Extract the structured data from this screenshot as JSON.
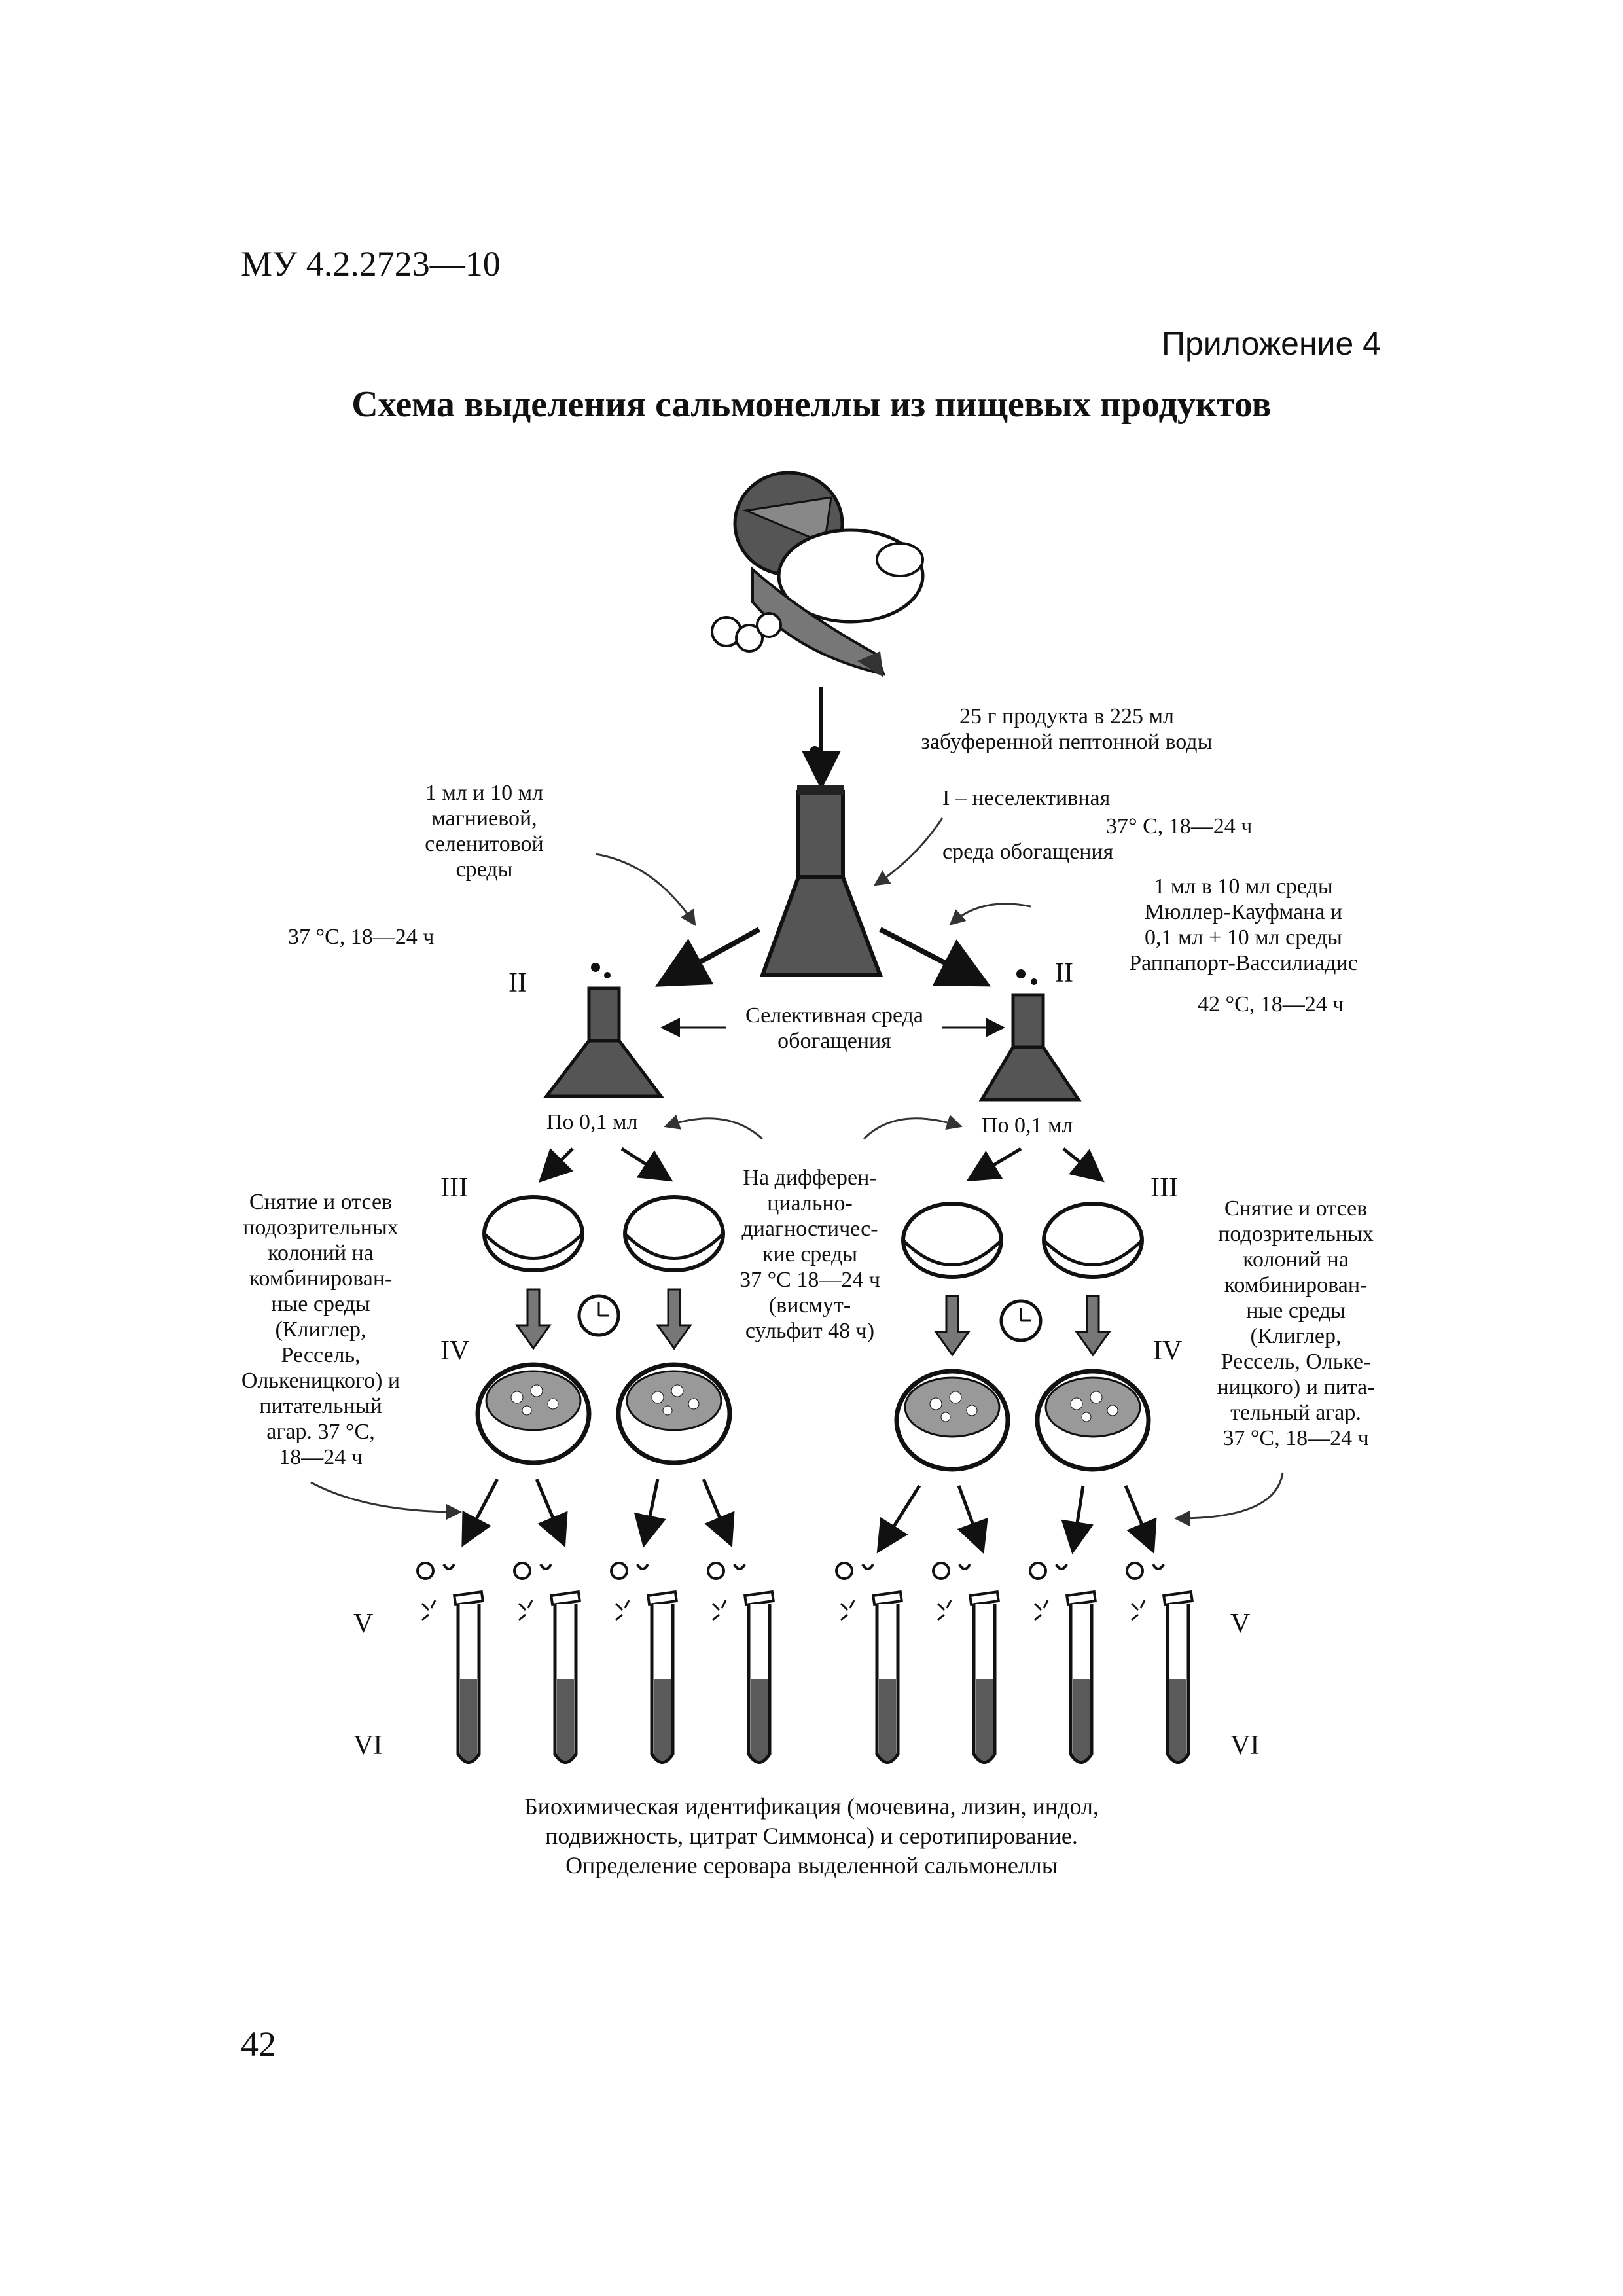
{
  "header": {
    "doc_code": "МУ 4.2.2723—10",
    "appendix": "Приложение 4",
    "title": "Схема выделения сальмонеллы из пищевых продуктов"
  },
  "diagram": {
    "step_I_sample": [
      "25 г продукта в 225 мл",
      "забуференной пептонной воды"
    ],
    "step_I_medium": "I – неселективная",
    "step_I_medium2": "среда обогащения",
    "step_I_conditions": "37° С, 18—24 ч",
    "left_selective": [
      "1 мл и 10 мл",
      "магниевой,",
      "селенитовой",
      "среды"
    ],
    "left_conditions": "37 °С, 18—24 ч",
    "right_selective": [
      "1 мл в 10 мл среды",
      "Мюллер-Кауфмана и",
      "0,1 мл + 10 мл среды",
      "Раппапорт-Вассилиадис"
    ],
    "right_conditions": "42 °С, 18—24 ч",
    "stage_II": "II",
    "selective_medium": [
      "Селективная среда",
      "обогащения"
    ],
    "inoculum_left": "По 0,1 мл",
    "inoculum_right": "По 0,1 мл",
    "stage_III": "III",
    "stage_IV": "IV",
    "stage_V": "V",
    "stage_VI": "VI",
    "differential_media": [
      "На дифферен-",
      "циально-",
      "диагностичес-",
      "кие среды",
      "37 °С 18—24 ч",
      "(висмут-",
      "сульфит 48 ч)"
    ],
    "left_colonies": [
      "Снятие и отсев",
      "подозрительных",
      "колоний на",
      "комбинирован-",
      "ные среды",
      "(Клиглер,",
      "Рессель,",
      "Олькеницкого) и",
      "питательный",
      "агар. 37 °С,",
      "18—24 ч"
    ],
    "right_colonies": [
      "Снятие и отсев",
      "подозрительных",
      "колоний на",
      "комбинирован-",
      "ные среды",
      "(Клиглер,",
      "Рессель, Ольке-",
      "ницкого) и пита-",
      "тельный агар.",
      "37 °С, 18—24 ч"
    ]
  },
  "caption": [
    "Биохимическая идентификация (мочевина, лизин, индол,",
    "подвижность, цитрат Симмонса) и серотипирование.",
    "Определение серовара выделенной сальмонеллы"
  ],
  "page_number": "42"
}
